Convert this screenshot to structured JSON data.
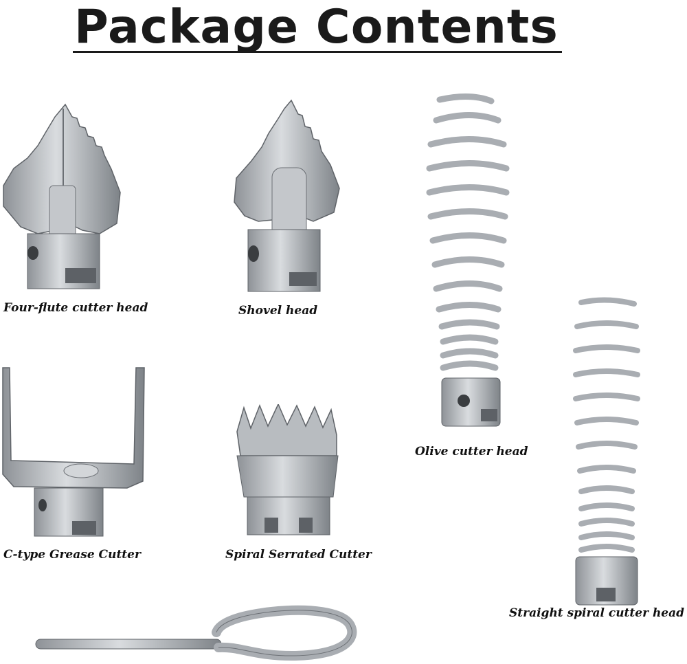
{
  "title": "Package Contents",
  "items": [
    {
      "icon": "four-flute-cutter-head",
      "label": "Four-flute cutter head"
    },
    {
      "icon": "shovel-head",
      "label": "Shovel head"
    },
    {
      "icon": "olive-cutter-head",
      "label": "Olive cutter head"
    },
    {
      "icon": "c-type-grease-cutter",
      "label": "C-type Grease Cutter"
    },
    {
      "icon": "spiral-serrated-cutter",
      "label": "Spiral Serrated Cutter"
    },
    {
      "icon": "straight-spiral-cutter-head",
      "label": "Straight spiral cutter head"
    },
    {
      "icon": "removal-key",
      "label": ""
    }
  ]
}
